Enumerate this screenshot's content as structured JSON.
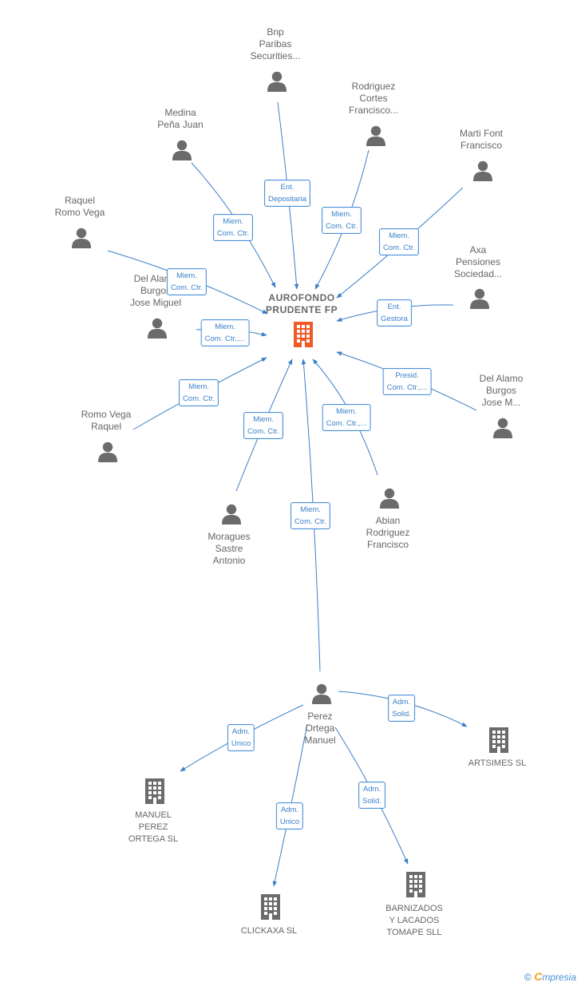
{
  "center": {
    "name": "AUROFONDO\nPRUDENTE FP"
  },
  "persons": [
    {
      "id": "bnp",
      "name": "Bnp\nParibas\nSecurities..."
    },
    {
      "id": "rodriguez",
      "name": "Rodriguez\nCortes\nFrancisco..."
    },
    {
      "id": "medina",
      "name": "Medina\nPeña Juan"
    },
    {
      "id": "marti",
      "name": "Marti Font\nFrancisco"
    },
    {
      "id": "raquel",
      "name": "Raquel\nRomo Vega"
    },
    {
      "id": "axa",
      "name": "Axa\nPensiones\nSociedad..."
    },
    {
      "id": "delalamo1",
      "name": "Del Alamo\nBurgos\nJose Miguel"
    },
    {
      "id": "delalamo2",
      "name": "Del Alamo\nBurgos\nJose M..."
    },
    {
      "id": "romovega",
      "name": "Romo Vega\nRaquel"
    },
    {
      "id": "moragues",
      "name": "Moragues\nSastre\nAntonio"
    },
    {
      "id": "abian",
      "name": "Abian\nRodriguez\nFrancisco"
    },
    {
      "id": "perez",
      "name": "Perez\nOrtega\nManuel"
    }
  ],
  "companies": [
    {
      "id": "artsimes",
      "name": "ARTSIMES SL"
    },
    {
      "id": "manuel",
      "name": "MANUEL\nPEREZ\nORTEGA SL"
    },
    {
      "id": "clickaxa",
      "name": "CLICKAXA SL"
    },
    {
      "id": "barnizados",
      "name": "BARNIZADOS\nY LACADOS\nTOMAPE SLL"
    }
  ],
  "edges": [
    {
      "id": "e-bnp",
      "label": "Ent.\nDepositaria"
    },
    {
      "id": "e-medina",
      "label": "Miem.\nCom. Ctr."
    },
    {
      "id": "e-rodriguez",
      "label": "Miem.\nCom. Ctr."
    },
    {
      "id": "e-marti",
      "label": "Miem.\nCom. Ctr."
    },
    {
      "id": "e-raquel",
      "label": "Miem.\nCom. Ctr."
    },
    {
      "id": "e-axa",
      "label": "Ent.\nGestora"
    },
    {
      "id": "e-delalamo1",
      "label": "Miem.\nCom. Ctr.,..."
    },
    {
      "id": "e-delalamo2",
      "label": "Presid.\nCom. Ctr.,..."
    },
    {
      "id": "e-romovega",
      "label": "Miem.\nCom. Ctr."
    },
    {
      "id": "e-moragues",
      "label": "Miem.\nCom. Ctr."
    },
    {
      "id": "e-abian",
      "label": "Miem.\nCom. Ctr.,..."
    },
    {
      "id": "e-perez",
      "label": "Miem.\nCom. Ctr."
    },
    {
      "id": "e-artsimes",
      "label": "Adm.\nSolid."
    },
    {
      "id": "e-manuel",
      "label": "Adm.\nUnico"
    },
    {
      "id": "e-clickaxa",
      "label": "Adm.\nUnico"
    },
    {
      "id": "e-barnizados",
      "label": "Adm.\nSolid."
    }
  ],
  "colors": {
    "edge": "#3a7fc9",
    "person": "#6b6b6b",
    "center_building": "#f05a28",
    "company_building": "#6b6b6b"
  },
  "footer": {
    "copyright": "©",
    "brand_initial": "C",
    "brand_rest": "mpresia"
  }
}
